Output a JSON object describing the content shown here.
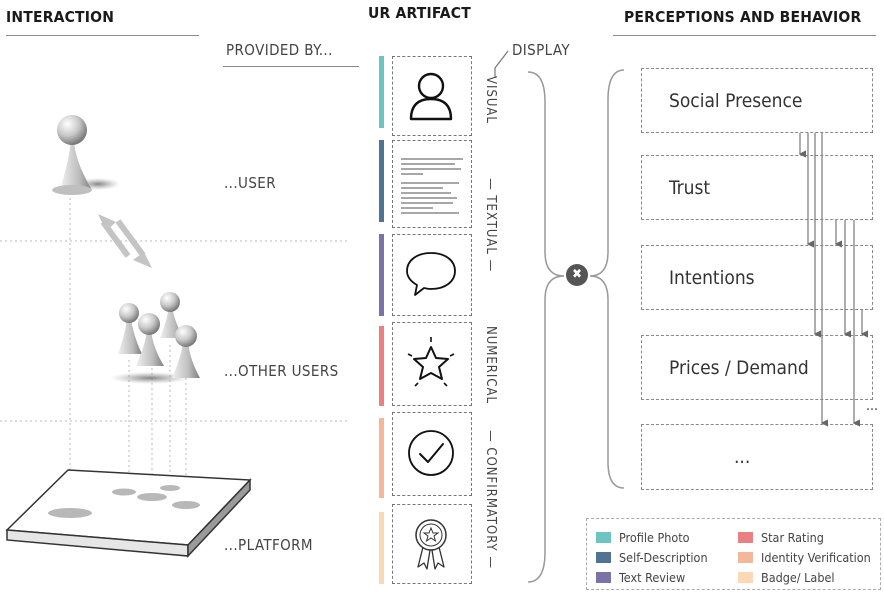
{
  "headers": {
    "interaction": "INTERACTION",
    "ur_artifact": "UR ARTIFACT",
    "perceptions": "PERCEPTIONS AND BEHAVIOR"
  },
  "provided_by": "PROVIDED BY...",
  "display": "DISPLAY",
  "rows": [
    {
      "label": "...USER"
    },
    {
      "label": "...OTHER USERS"
    },
    {
      "label": "...PLATFORM"
    }
  ],
  "display_types": {
    "visual": "VISUAL",
    "textual": "— TEXTUAL —",
    "numerical": "NUMERICAL",
    "confirmatory": "— CONFIRMATORY —"
  },
  "artifacts": [
    {
      "name": "profile-photo",
      "icon": "person-icon",
      "color": "#6cc5c1"
    },
    {
      "name": "self-description",
      "icon": "text-lines-icon",
      "color": "#4f7393"
    },
    {
      "name": "text-review",
      "icon": "speech-bubble-icon",
      "color": "#7b72a5"
    },
    {
      "name": "star-rating",
      "icon": "star-icon",
      "color": "#ea8082"
    },
    {
      "name": "identity-verification",
      "icon": "checkmark-icon",
      "color": "#f4b79a"
    },
    {
      "name": "badge-label",
      "icon": "badge-icon",
      "color": "#fbd9b5"
    }
  ],
  "multiply_symbol": "✖",
  "perceptions": [
    {
      "label": "Social Presence"
    },
    {
      "label": "Trust"
    },
    {
      "label": "Intentions"
    },
    {
      "label": "Prices / Demand"
    },
    {
      "label": "..."
    }
  ],
  "ellipsis": "...",
  "legend": [
    {
      "label": "Profile Photo",
      "color": "#6cc5c1"
    },
    {
      "label": "Self-Description",
      "color": "#4f7393"
    },
    {
      "label": "Text Review",
      "color": "#7b72a5"
    },
    {
      "label": "Star Rating",
      "color": "#ea8082"
    },
    {
      "label": "Identity Verification",
      "color": "#f4b79a"
    },
    {
      "label": "Badge/ Label",
      "color": "#fbd9b5"
    }
  ]
}
